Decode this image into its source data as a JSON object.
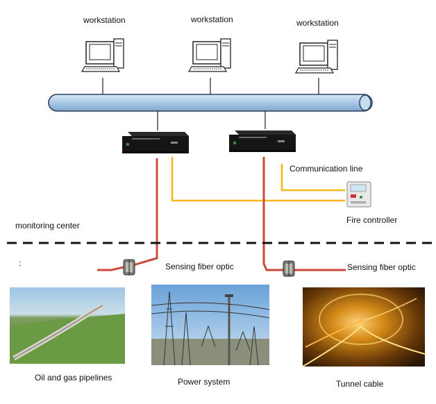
{
  "workstations": [
    {
      "label": "workstation"
    },
    {
      "label": "workstation"
    },
    {
      "label": "workstation"
    }
  ],
  "labels": {
    "communication_line": "Communication line",
    "fire_controller": "Fire controller",
    "monitoring_center": "monitoring center",
    "sensing_fiber_left": "Sensing fiber optic",
    "sensing_fiber_right": "Sensing fiber optic",
    "stray_colon": ":"
  },
  "applications": [
    {
      "label": "Oil and gas pipelines"
    },
    {
      "label": "Power system"
    },
    {
      "label": "Tunnel cable"
    }
  ],
  "colors": {
    "bus_fill": "#b7d3ec",
    "bus_stroke": "#2a3f5c",
    "fiber_red": "#cc4a3a",
    "comm_yellow": "#f2b81c",
    "device_black": "#151515",
    "dash_line": "#111111"
  }
}
